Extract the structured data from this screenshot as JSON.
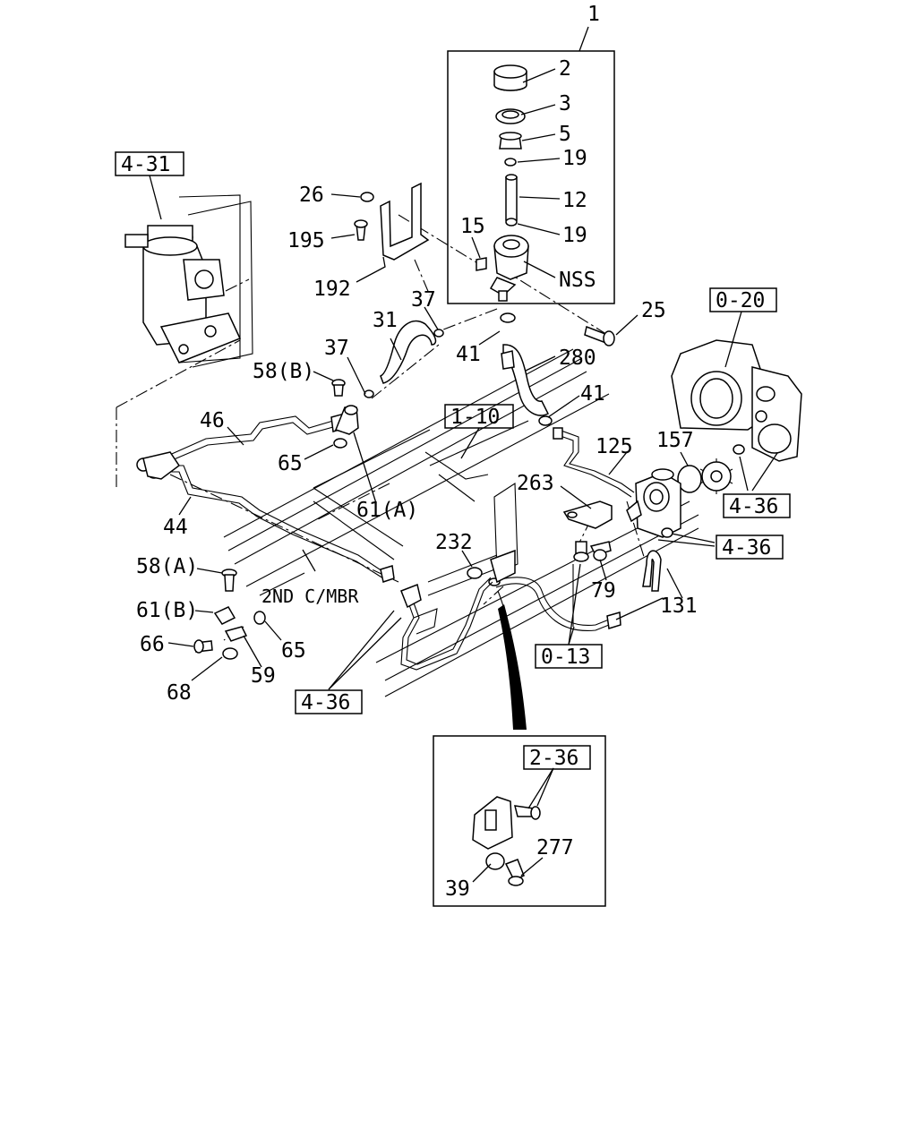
{
  "diagram": {
    "callouts": {
      "c1": "1",
      "c2": "2",
      "c3": "3",
      "c5": "5",
      "c19a": "19",
      "c12": "12",
      "c19b": "19",
      "cNSS": "NSS",
      "c15": "15",
      "c26": "26",
      "c195": "195",
      "c192": "192",
      "c37a": "37",
      "c31": "31",
      "c25": "25",
      "c41a": "41",
      "c280": "280",
      "c37b": "37",
      "c58B": "58(B)",
      "c41b": "41",
      "c46": "46",
      "c65a": "65",
      "c125": "125",
      "c157": "157",
      "c263": "263",
      "c61A": "61(A)",
      "c44": "44",
      "c232": "232",
      "c58A": "58(A)",
      "c79": "79",
      "c2nd": "2ND C/MBR",
      "c131": "131",
      "c61B": "61(B)",
      "c65b": "65",
      "c66": "66",
      "c59": "59",
      "c68": "68",
      "c277": "277",
      "c39": "39"
    },
    "refs": {
      "r431": "4-31",
      "r020": "0-20",
      "r110": "1-10",
      "r436a": "4-36",
      "r436b": "4-36",
      "r013": "0-13",
      "r436c": "4-36",
      "r236": "2-36"
    }
  }
}
